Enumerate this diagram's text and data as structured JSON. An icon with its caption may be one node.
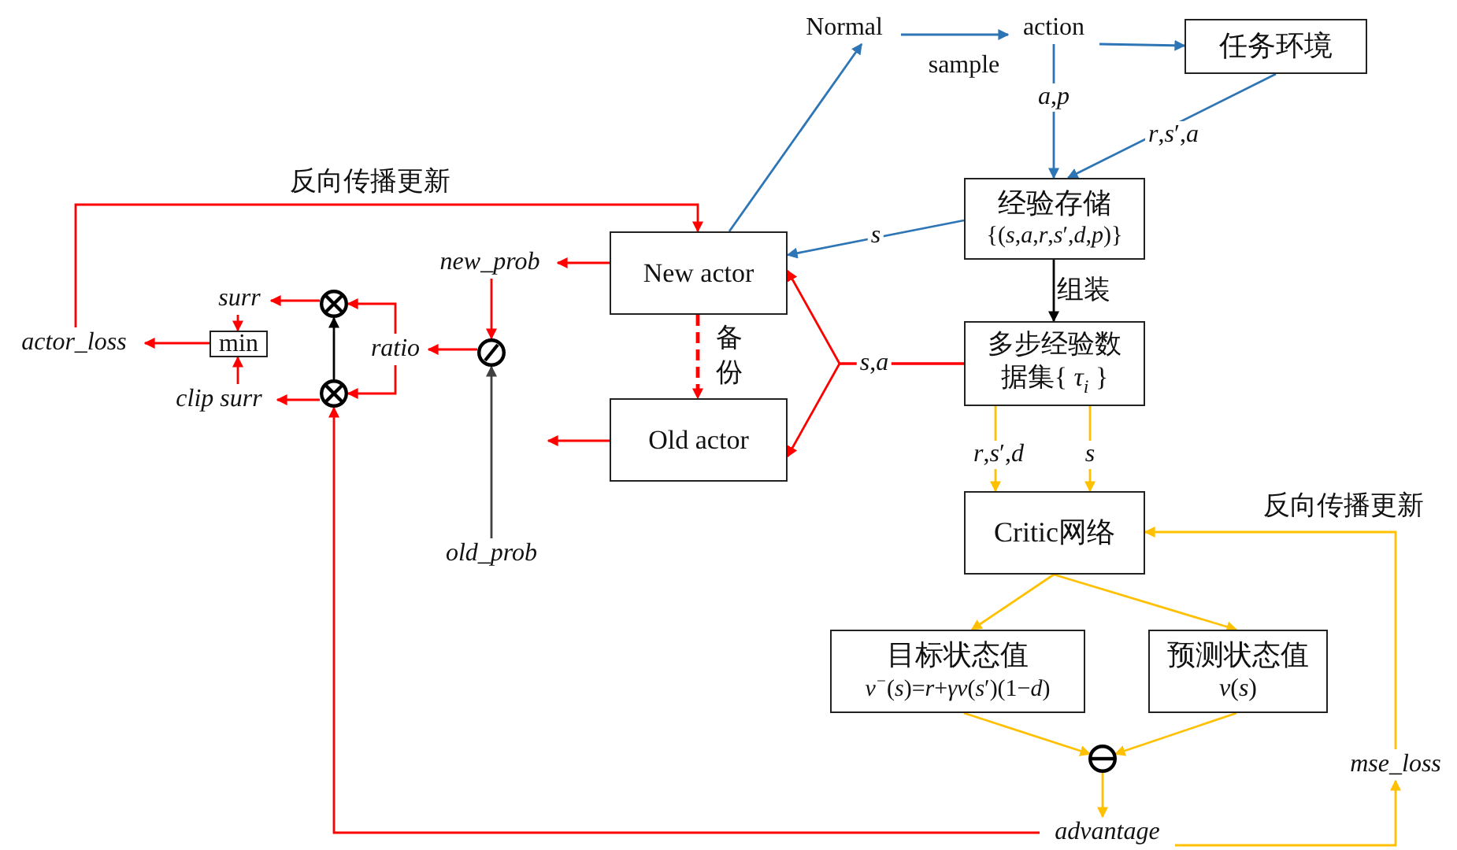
{
  "diagram": {
    "nodes": [
      {
        "text": [
          "Normal"
        ]
      },
      {
        "text": [
          "action"
        ]
      },
      {
        "text": [
          "任务环境"
        ]
      },
      {
        "text": [
          "经验存储",
          "{(*s*,*a*,*r*,*s*′,*d*,*p*)}"
        ]
      },
      {
        "text": [
          "New actor"
        ]
      },
      {
        "text": [
          "多步经验数据集{ *τ*$_{i}$ }"
        ]
      },
      {
        "text": [
          "Old actor"
        ]
      },
      {
        "text": [
          "Critic网络"
        ]
      },
      {
        "text": [
          "目标状态值",
          "*v*$^{−}$(*s*)=*r*+*γv*(*s*′)(1−*d*)"
        ]
      },
      {
        "text": [
          "预测状态值",
          "*v*(*s*)"
        ]
      },
      {
        "text": [],
        "shape": "circle"
      },
      {
        "text": [
          "advantage"
        ]
      },
      {
        "text": [
          "mse_loss"
        ]
      },
      {
        "text": [
          "new_prob"
        ]
      },
      {
        "text": [],
        "shape": "circle"
      },
      {
        "text": [
          "old_prob"
        ]
      },
      {
        "text": [
          "ratio"
        ]
      },
      {
        "text": [],
        "shape": "circle"
      },
      {
        "text": [],
        "shape": "circle"
      },
      {
        "text": [
          "surr"
        ]
      },
      {
        "text": [
          "clip surr"
        ]
      },
      {
        "text": [
          "min"
        ]
      },
      {
        "text": [
          "actor_loss"
        ]
      }
    ],
    "edges": [
      {
        "from": 4,
        "to": 0,
        "arrow": "to",
        "color": "#2e75b6"
      },
      {
        "from": 0,
        "to": 1,
        "arrow": "to",
        "label": "sample",
        "color": "#2e75b6"
      },
      {
        "from": 1,
        "to": 2,
        "arrow": "to",
        "color": "#2e75b6"
      },
      {
        "from": 1,
        "to": 3,
        "arrow": "to",
        "label": "*a*,*p*",
        "color": "#2e75b6"
      },
      {
        "from": 2,
        "to": 3,
        "arrow": "to",
        "label": "*r*,*s*′,*a*",
        "color": "#2e75b6"
      },
      {
        "from": 3,
        "to": 4,
        "arrow": "to",
        "label": "*s*",
        "color": "#2e75b6"
      },
      {
        "from": 3,
        "to": 5,
        "arrow": "to",
        "label": "组装",
        "color": "#000000"
      },
      {
        "from": 5,
        "to": 4,
        "arrow": "to",
        "label": "*s*,*a*"
      },
      {
        "from": 5,
        "to": 6,
        "arrow": "to"
      },
      {
        "from": 4,
        "to": 6,
        "arrow": "to",
        "label": "备份",
        "style": "dashed"
      },
      {
        "from": 4,
        "to": 13,
        "arrow": "to"
      },
      {
        "from": 6,
        "to": null,
        "arrow": "to"
      },
      {
        "from": 13,
        "to": 14,
        "arrow": "to"
      },
      {
        "from": 15,
        "to": 14,
        "arrow": "to",
        "color": "#404040"
      },
      {
        "from": 14,
        "to": 16,
        "arrow": "to"
      },
      {
        "from": 16,
        "to": 17,
        "arrow": "to"
      },
      {
        "from": 16,
        "to": 18,
        "arrow": "to"
      },
      {
        "from": 18,
        "to": 17,
        "arrow": "to",
        "color": "#000000"
      },
      {
        "from": 17,
        "to": 19,
        "arrow": "to"
      },
      {
        "from": 18,
        "to": 20,
        "arrow": "to"
      },
      {
        "from": 19,
        "to": 21,
        "arrow": "to"
      },
      {
        "from": 20,
        "to": 21,
        "arrow": "to"
      },
      {
        "from": 21,
        "to": 22,
        "arrow": "to"
      },
      {
        "from": 22,
        "to": 4,
        "arrow": "to",
        "label": "反向传播更新"
      },
      {
        "from": 11,
        "to": 18,
        "arrow": "to"
      },
      {
        "from": 5,
        "to": 7,
        "arrow": "to",
        "label": "*r*,*s*′,*d*",
        "color": "#ffc000"
      },
      {
        "from": 5,
        "to": 7,
        "arrow": "to",
        "label": "*s*",
        "color": "#ffc000"
      },
      {
        "from": 7,
        "to": 8,
        "arrow": "to",
        "color": "#ffc000"
      },
      {
        "from": 7,
        "to": 9,
        "arrow": "to",
        "color": "#ffc000"
      },
      {
        "from": 8,
        "to": 10,
        "arrow": "to",
        "color": "#ffc000"
      },
      {
        "from": 9,
        "to": 10,
        "arrow": "to",
        "color": "#ffc000"
      },
      {
        "from": 10,
        "to": 11,
        "arrow": "to",
        "color": "#ffc000"
      },
      {
        "from": 11,
        "to": 12,
        "arrow": "to",
        "color": "#ffc000"
      },
      {
        "from": 12,
        "to": 7,
        "arrow": "to",
        "label": "反向传播更新",
        "color": "#ffc000"
      }
    ]
  }
}
